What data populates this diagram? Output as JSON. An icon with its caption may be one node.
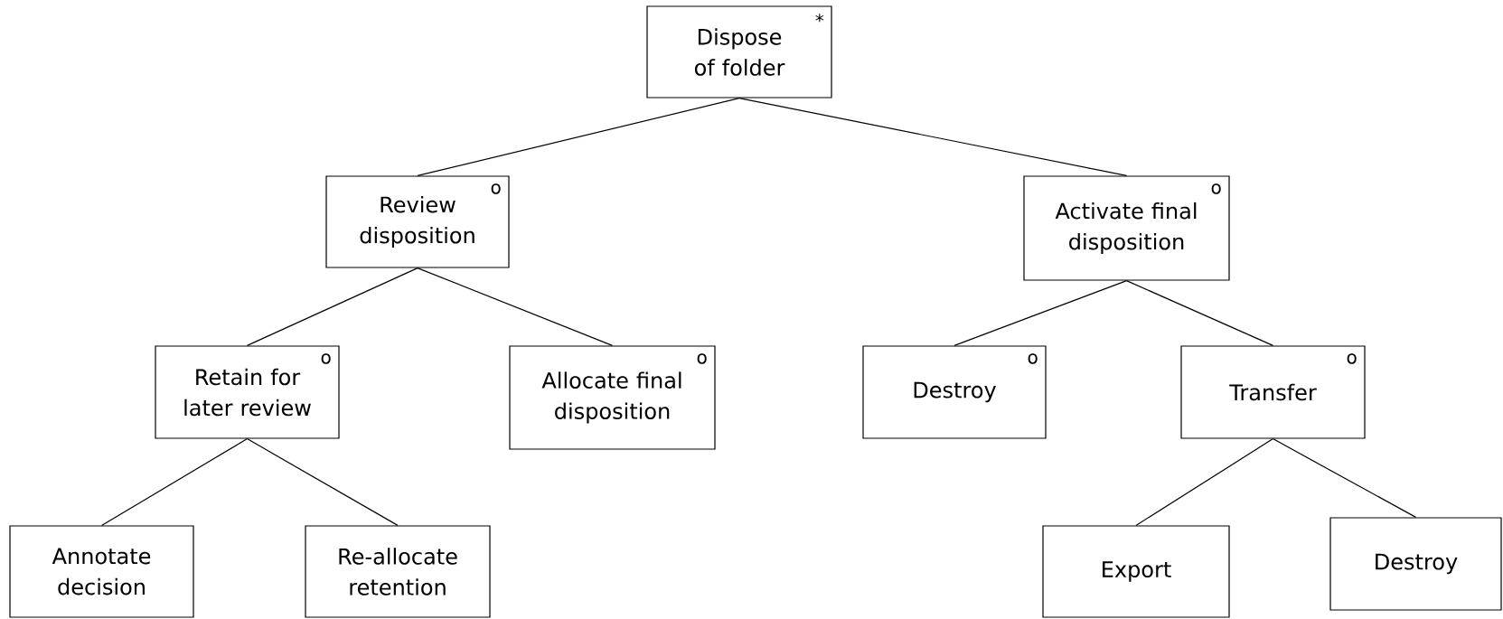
{
  "diagram": {
    "nodes": [
      {
        "text": [
          "Dispose of folder",
          "*"
        ]
      },
      {
        "text": [
          "Review disposition",
          "o"
        ]
      },
      {
        "text": [
          "Activate final disposition",
          "o"
        ]
      },
      {
        "text": [
          "Retain for later review",
          "o"
        ]
      },
      {
        "text": [
          "Allocate final disposition",
          "o"
        ]
      },
      {
        "text": [
          "Destroy",
          "o"
        ]
      },
      {
        "text": [
          "Transfer",
          "o"
        ]
      },
      {
        "text": [
          "Annotate decision"
        ]
      },
      {
        "text": [
          "Re-allocate retention"
        ]
      },
      {
        "text": [
          "Export"
        ]
      },
      {
        "text": [
          "Destroy"
        ]
      }
    ],
    "edges": [
      {
        "from": 0,
        "to": 1,
        "arrow": "none"
      },
      {
        "from": 0,
        "to": 2,
        "arrow": "none"
      },
      {
        "from": 1,
        "to": 3,
        "arrow": "none"
      },
      {
        "from": 1,
        "to": 4,
        "arrow": "none"
      },
      {
        "from": 2,
        "to": 5,
        "arrow": "none"
      },
      {
        "from": 2,
        "to": 6,
        "arrow": "none"
      },
      {
        "from": 3,
        "to": 7,
        "arrow": "none"
      },
      {
        "from": 3,
        "to": 8,
        "arrow": "none"
      },
      {
        "from": 6,
        "to": 9,
        "arrow": "none"
      },
      {
        "from": 6,
        "to": 10,
        "arrow": "none"
      }
    ]
  }
}
